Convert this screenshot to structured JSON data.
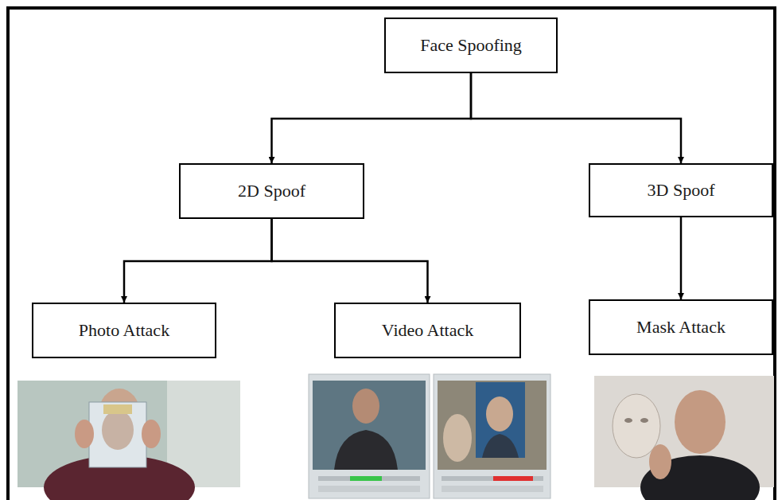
{
  "diagram": {
    "nodes": [
      {
        "text": [
          "Face Spoofing"
        ]
      },
      {
        "text": [
          "2D Spoof"
        ]
      },
      {
        "text": [
          "3D Spoof"
        ]
      },
      {
        "text": [
          "Photo Attack"
        ]
      },
      {
        "text": [
          "Video Attack"
        ]
      },
      {
        "text": [
          "Mask Attack"
        ]
      }
    ],
    "edges": [
      {
        "from": 0,
        "to": 1,
        "arrow": "to"
      },
      {
        "from": 0,
        "to": 2,
        "arrow": "to"
      },
      {
        "from": 1,
        "to": 3,
        "arrow": "to"
      },
      {
        "from": 1,
        "to": 4,
        "arrow": "to"
      },
      {
        "from": 2,
        "to": 5,
        "arrow": "to"
      }
    ]
  }
}
